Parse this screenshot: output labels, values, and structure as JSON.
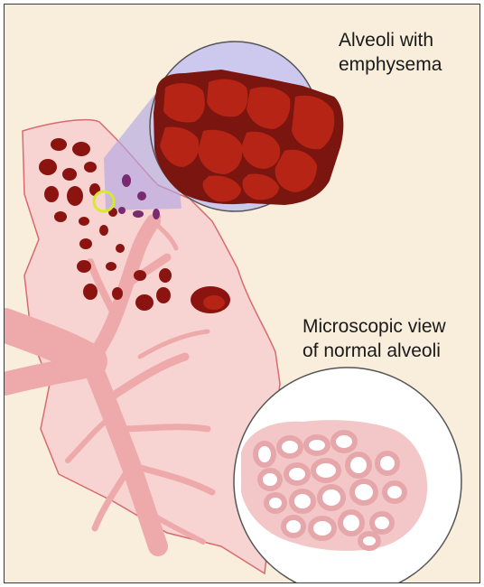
{
  "labels": {
    "emphysema": {
      "line1": "Alveoli with",
      "line2": "emphysema"
    },
    "normal": {
      "line1": "Microscopic view",
      "line2": "of normal alveoli"
    }
  },
  "colors": {
    "background": "#f8eedb",
    "lung_fill": "#f7d4d2",
    "lung_outline": "#d96a6f",
    "airway": "#eeaaab",
    "damaged_alveoli": "#8b1410",
    "damaged_alveoli_light": "#b52415",
    "zoom_highlight": "#d6ea2a",
    "magnifier_fill": "#cdc9ee",
    "normal_alveoli": "#e6a7ab"
  }
}
